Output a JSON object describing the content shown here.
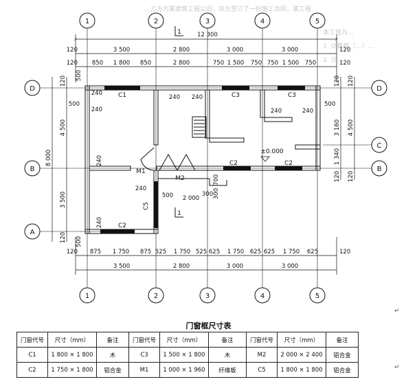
{
  "ghost_text": [
    "…乙方为某建筑工程公司，双方签订了一份施工合同，某工程",
    "本工程为…",
    "1. 计算按（…）…",
    "2. 计…"
  ],
  "axes": {
    "columns": [
      "1",
      "2",
      "3",
      "4",
      "5"
    ],
    "rows": [
      "D",
      "C",
      "B",
      "A"
    ]
  },
  "dims": {
    "total_width": "12 300",
    "top_spans": [
      "3 500",
      "2 800",
      "3 000",
      "3 000"
    ],
    "top_edge": "120",
    "top_details": [
      "850",
      "1 800",
      "850",
      "2 800",
      "750",
      "1 500",
      "750",
      "750",
      "1 500",
      "750"
    ],
    "bottom_details": [
      "875",
      "1 750",
      "875",
      "525",
      "1 750",
      "525",
      "625",
      "1 750",
      "625",
      "625",
      "1 750",
      "625"
    ],
    "bottom_edge": "120",
    "bottom_spans": [
      "3 500",
      "2 800",
      "3 000",
      "3 000"
    ],
    "left_total": "8 000",
    "left_spans": [
      "4 500",
      "3 500"
    ],
    "left_edge": "120",
    "right_spans": [
      "3 160",
      "1 340"
    ],
    "right_total": "4 500",
    "right_edge": "120",
    "interior": {
      "w240": "240",
      "w500": "500",
      "w2000": "2 000",
      "w300": "300",
      "w700": "700",
      "w300b": "300"
    }
  },
  "labels": {
    "C1": "C1",
    "C2": "C2",
    "C3": "C3",
    "C5": "C5",
    "M1": "M1",
    "M2": "M2",
    "section": "1",
    "elevation": "±0.000"
  },
  "table_title": "门窗框尺寸表",
  "table": {
    "headers": [
      "门窗代号",
      "尺寸（mm）",
      "备注"
    ],
    "groups": [
      [
        {
          "code": "C1",
          "size": "1 800 × 1 800",
          "note": "木"
        },
        {
          "code": "C2",
          "size": "1 750 × 1 800",
          "note": "铝合金"
        }
      ],
      [
        {
          "code": "C3",
          "size": "1 500 × 1 800",
          "note": "木"
        },
        {
          "code": "M1",
          "size": "1 000 × 1 960",
          "note": "纤维板"
        }
      ],
      [
        {
          "code": "M2",
          "size": "2 000 × 2 400",
          "note": "铝合金"
        },
        {
          "code": "C5",
          "size": "1 800 × 1 800",
          "note": "铝合金"
        }
      ]
    ]
  }
}
